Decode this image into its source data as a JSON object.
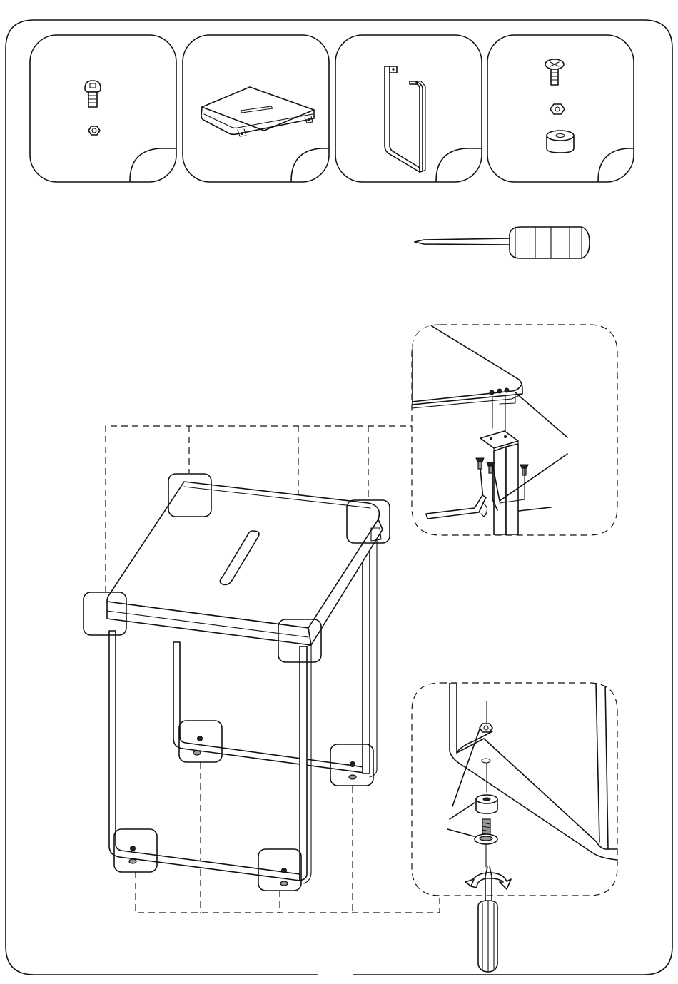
{
  "instruction_sheet": {
    "parts_panels": [
      {
        "id": "screw-nut-set",
        "icons": [
          "screw-icon",
          "hex-nut-icon"
        ]
      },
      {
        "id": "seat-panel",
        "icons": [
          "seat-panel-icon"
        ]
      },
      {
        "id": "u-leg-frames",
        "icons": [
          "u-leg-frame-icon"
        ]
      },
      {
        "id": "foot-hardware",
        "icons": [
          "phillips-screw-icon",
          "hex-nut-icon",
          "spacer-icon"
        ]
      }
    ],
    "tool": {
      "icon": "screwdriver-icon"
    },
    "detail_views": [
      {
        "id": "seat-attachment-detail",
        "icons": [
          "allen-key-icon",
          "screw-icon"
        ]
      },
      {
        "id": "foot-attachment-detail",
        "icons": [
          "hex-nut-icon",
          "spacer-icon",
          "screw-icon",
          "rotation-arrow-icon",
          "screwdriver-icon"
        ]
      }
    ],
    "colors": {
      "line": "#111111",
      "background": "#ffffff",
      "hardware_fill": "#9a9a9a"
    }
  }
}
